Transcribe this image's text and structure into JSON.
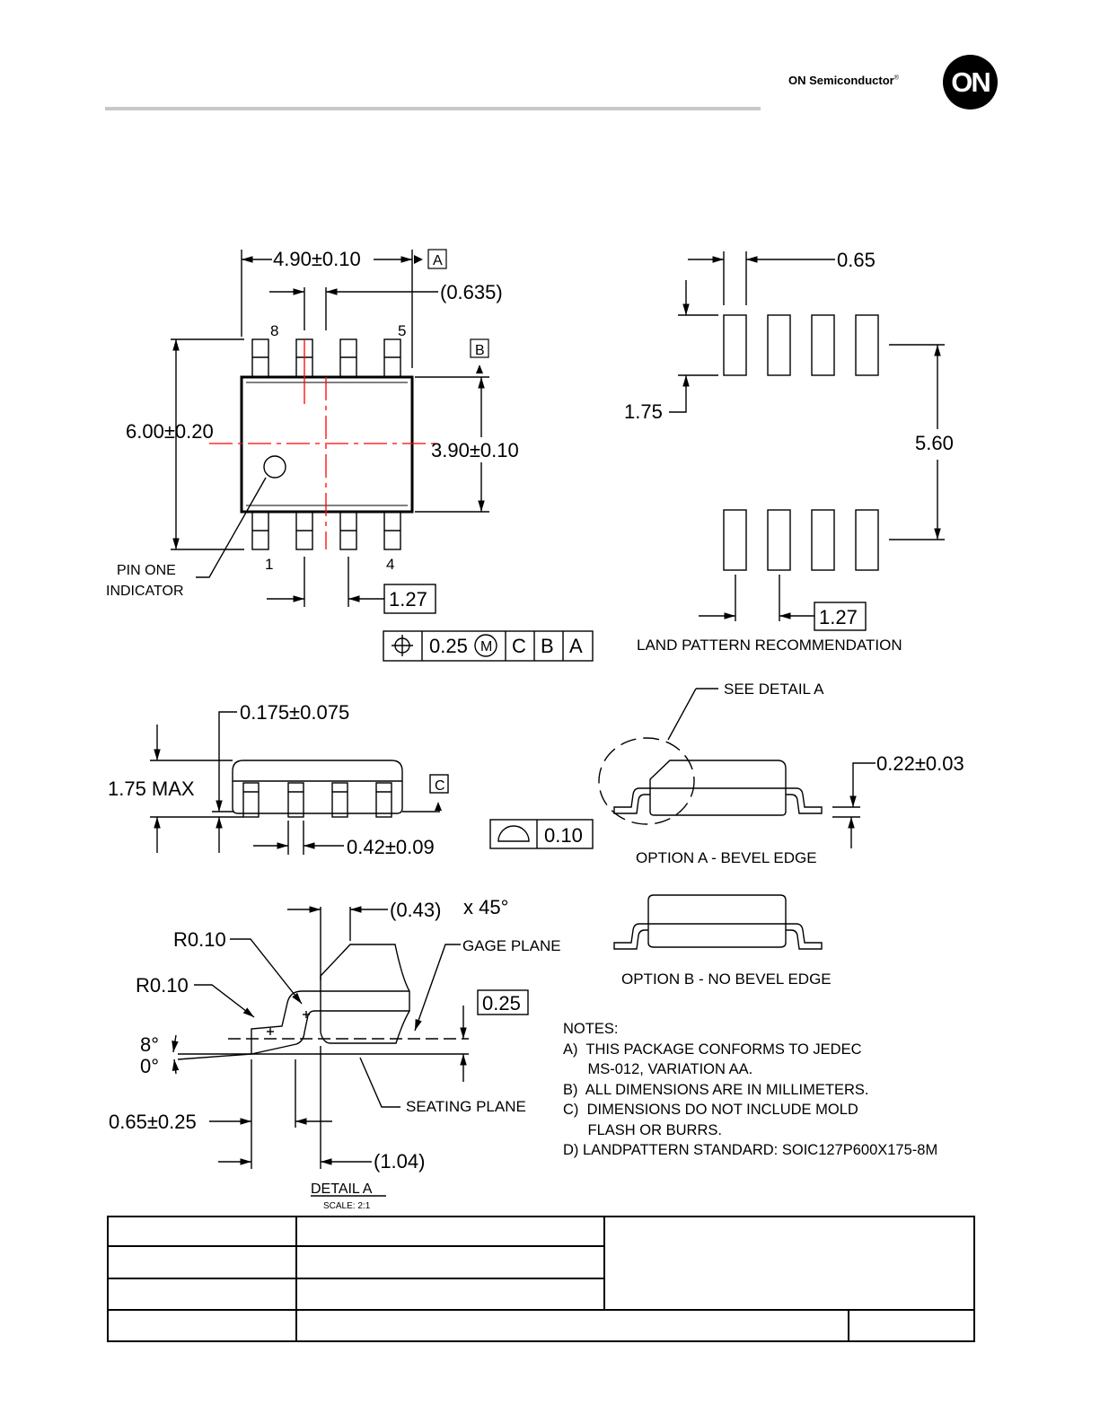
{
  "header": {
    "brand": "ON Semiconductor",
    "brand_mark": "®",
    "logo_text": "ON"
  },
  "top_view": {
    "length_dim": "4.90±0.10",
    "datum_a": "A",
    "pitch_ref": "(0.635)",
    "pin_8": "8",
    "pin_5": "5",
    "pin_1": "1",
    "pin_4": "4",
    "datum_b": "B",
    "overall_width": "6.00±0.20",
    "body_width": "3.90±0.10",
    "pin_one_line1": "PIN ONE",
    "pin_one_line2": "INDICATOR",
    "pitch": "1.27",
    "fcf_tolerance": "0.25",
    "fcf_modifier": "M",
    "fcf_c": "C",
    "fcf_b": "B",
    "fcf_a": "A"
  },
  "land_pattern": {
    "pad_width": "0.65",
    "pad_length": "1.75",
    "row_span": "5.60",
    "pitch": "1.27",
    "caption": "LAND PATTERN RECOMMENDATION"
  },
  "side_view": {
    "standoff": "0.175±0.075",
    "height": "1.75 MAX",
    "datum_c": "C",
    "lead_width": "0.42±0.09",
    "coplanarity": "0.10"
  },
  "end_view": {
    "see_detail": "SEE DETAIL A",
    "lead_thickness": "0.22±0.03",
    "option_a": "OPTION A - BEVEL EDGE",
    "option_b": "OPTION B - NO BEVEL EDGE"
  },
  "detail_a": {
    "chamfer": "(0.43)",
    "chamfer_angle": "x 45°",
    "radius_1": "R0.10",
    "radius_2": "R0.10",
    "gage_plane": "GAGE PLANE",
    "gage_height": "0.25",
    "angle_max": "8°",
    "angle_min": "0°",
    "foot_length": "0.65±0.25",
    "seating_plane": "SEATING PLANE",
    "foot_ref": "(1.04)",
    "title": "DETAIL A",
    "scale": "SCALE: 2:1"
  },
  "notes": {
    "title": "NOTES:",
    "lines": [
      "A)  THIS PACKAGE CONFORMS TO JEDEC",
      "      MS-012, VARIATION AA.",
      "B)  ALL DIMENSIONS ARE IN MILLIMETERS.",
      "C)  DIMENSIONS DO NOT INCLUDE MOLD",
      "      FLASH OR BURRS.",
      "D) LANDPATTERN STANDARD: SOIC127P600X175-8M"
    ]
  },
  "colors": {
    "centerline": "#ff0000",
    "header_rule": "#c8c8c8"
  }
}
